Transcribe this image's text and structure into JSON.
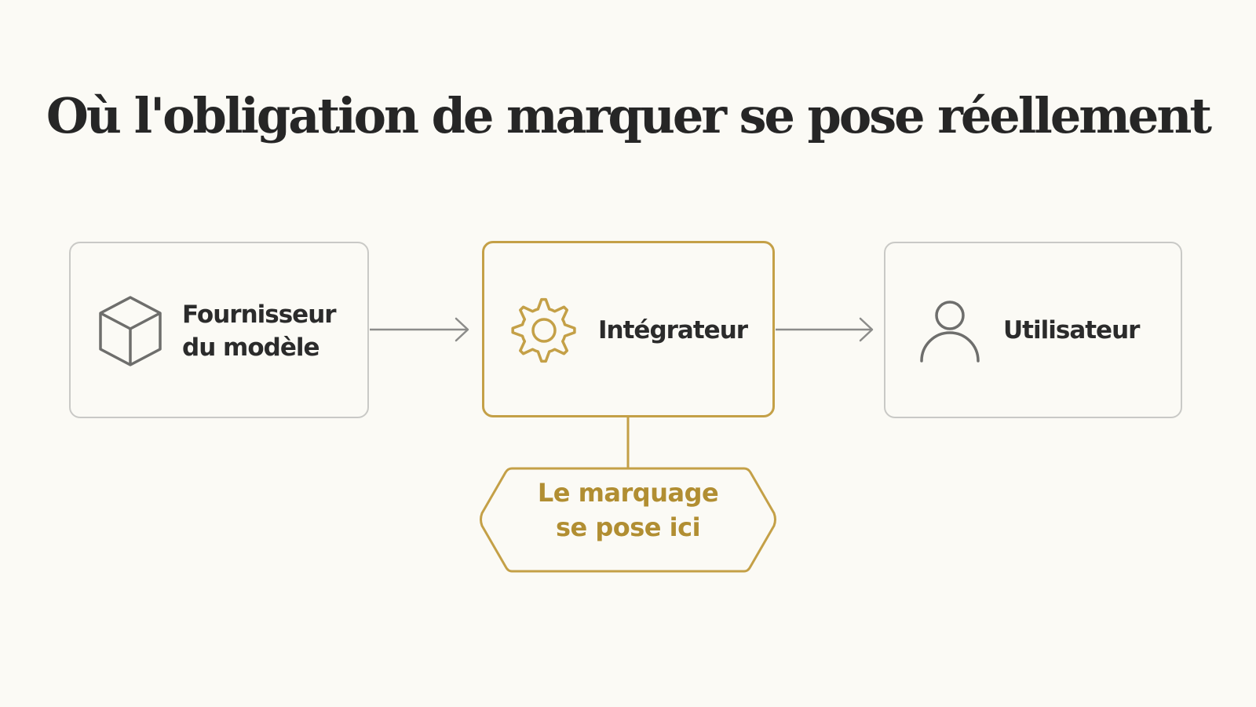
{
  "title": "Où l'obligation de marquer se pose réellement",
  "nodes": {
    "provider": {
      "line1": "Fournisseur",
      "line2": "du modèle",
      "icon": "cube-icon"
    },
    "integrator": {
      "label": "Intégrateur",
      "icon": "gear-icon"
    },
    "user": {
      "label": "Utilisateur",
      "icon": "user-icon"
    }
  },
  "callout": {
    "line1": "Le marquage",
    "line2": "se pose ici"
  },
  "colors": {
    "accent": "#C4A047",
    "accent_text": "#B18E32",
    "neutral_border": "#C9C9C6",
    "arrow": "#8C8C8A",
    "icon": "#6E6E6C",
    "text": "#2B2B2B",
    "background": "#FBFAF5"
  }
}
